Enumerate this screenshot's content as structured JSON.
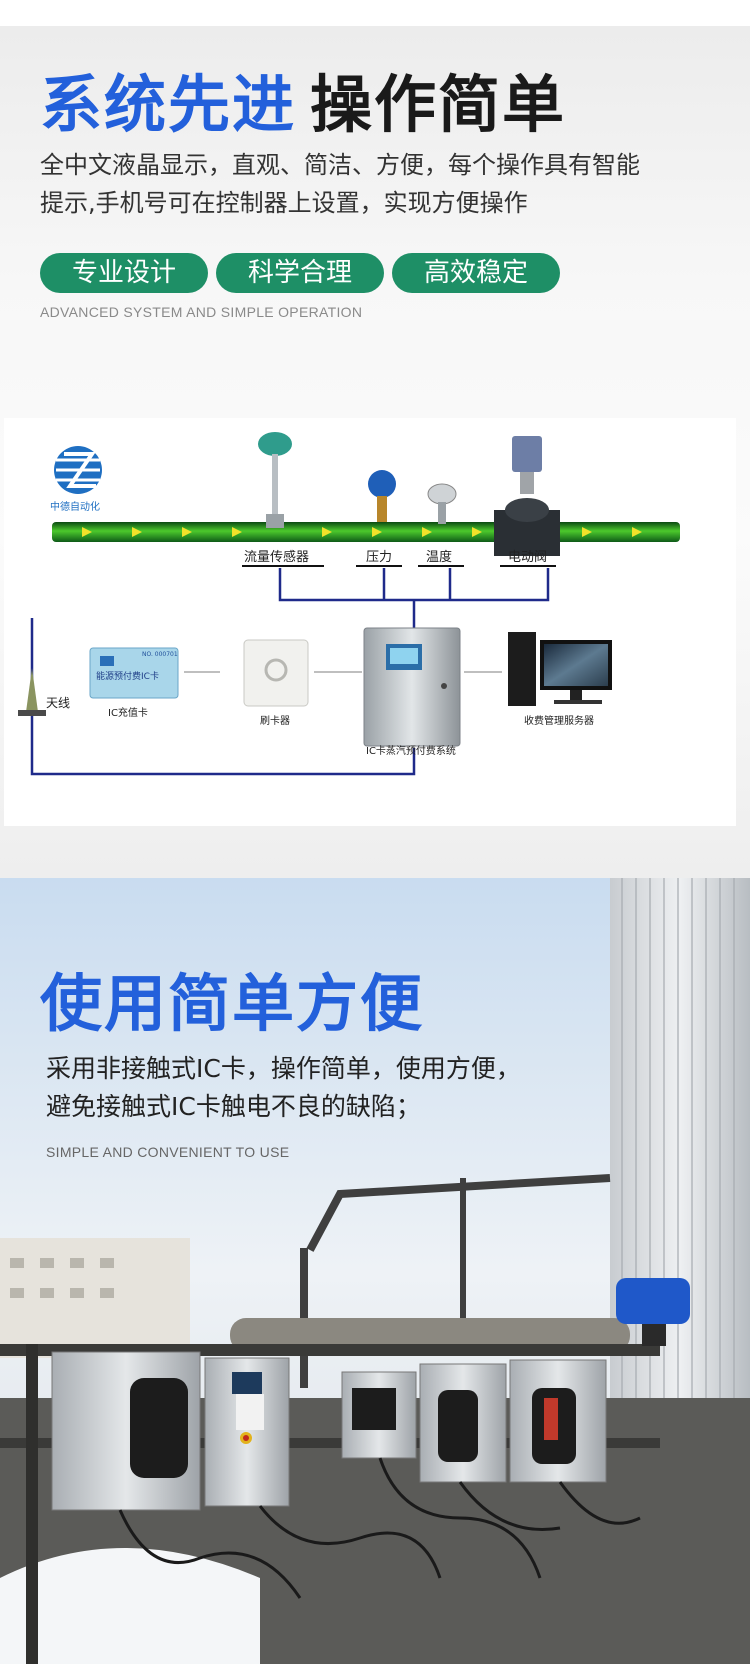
{
  "section1": {
    "title_blue": "系统先进",
    "title_dark": "操作简单",
    "description_line1": "全中文液晶显示，直观、简洁、方便，每个操作具有智能",
    "description_line2": "提示,手机号可在控制器上设置，实现方便操作",
    "tags": [
      "专业设计",
      "科学合理",
      "高效稳定"
    ],
    "english_caption": "ADVANCED SYSTEM AND SIMPLE OPERATION",
    "accent_blue": "#2360db",
    "tag_green": "#1e8f66"
  },
  "diagram": {
    "logo_text": "中德自动化",
    "sensor_labels": [
      "流量传感器",
      "压力",
      "温度",
      "电动阀"
    ],
    "antenna_label": "天线",
    "card_text": "能源预付费IC卡",
    "card_number": "NO. 000701",
    "ic_card_label": "IC充值卡",
    "reader_label": "刷卡器",
    "controller_label": "IC卡蒸汽预付费系统",
    "server_label": "收费管理服务器"
  },
  "section2": {
    "title": "使用简单方便",
    "description_line1": "采用非接触式IC卡，操作简单，使用方便，",
    "description_line2": "避免接触式IC卡触电不良的缺陷；",
    "english_caption": "SIMPLE AND CONVENIENT TO USE"
  }
}
